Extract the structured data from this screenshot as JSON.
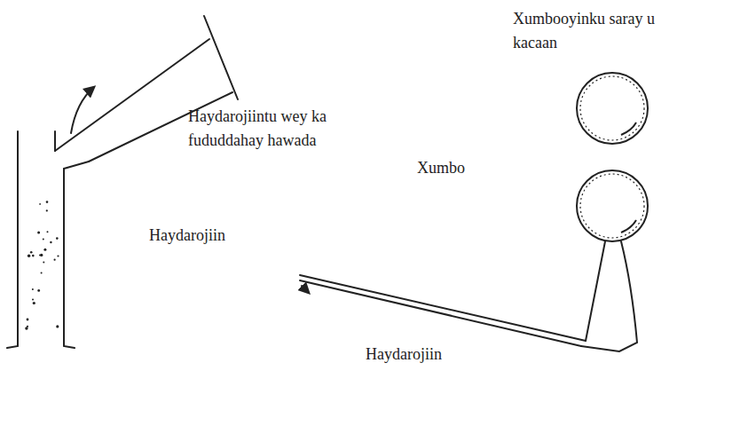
{
  "diagram": {
    "labels": [
      "Xumbooyinku saray u kacaan",
      "Haydarojiintu wey ka fududdahay hawada",
      "Xumbo",
      "Haydarojiin",
      "Haydarojiin"
    ]
  }
}
